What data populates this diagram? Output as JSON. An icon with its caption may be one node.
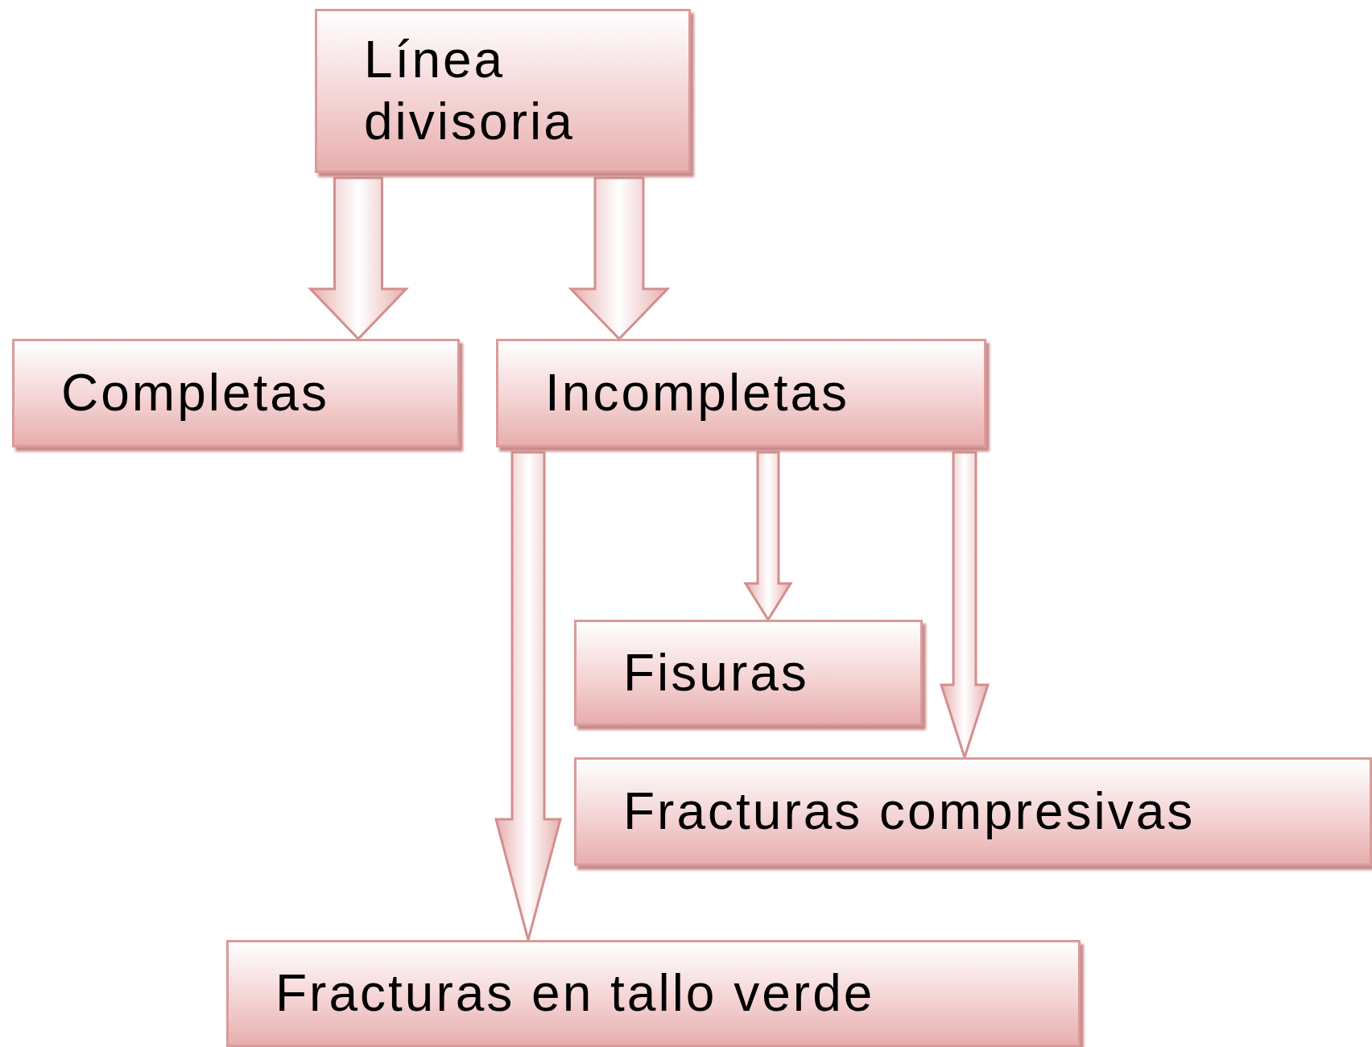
{
  "diagram": {
    "nodes": [
      {
        "text": [
          "Línea divisoria"
        ]
      },
      {
        "text": [
          "Completas"
        ]
      },
      {
        "text": [
          "Incompletas"
        ]
      },
      {
        "text": [
          "Fisuras"
        ]
      },
      {
        "text": [
          "Fracturas compresivas"
        ]
      },
      {
        "text": [
          "Fracturas en tallo verde"
        ]
      }
    ],
    "edges": [
      {
        "from": 0,
        "to": 1,
        "arrow": "to"
      },
      {
        "from": 0,
        "to": 2,
        "arrow": "to"
      },
      {
        "from": 2,
        "to": 5,
        "arrow": "to"
      },
      {
        "from": 2,
        "to": 3,
        "arrow": "to"
      },
      {
        "from": 2,
        "to": 4,
        "arrow": "to"
      }
    ]
  }
}
